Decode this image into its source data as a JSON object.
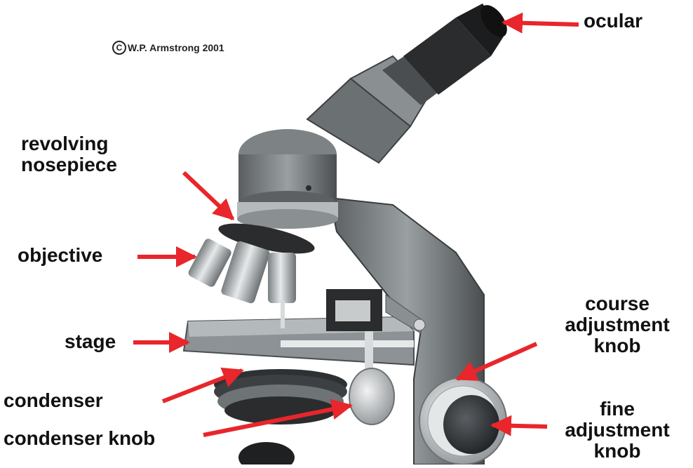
{
  "copyright": {
    "symbol": "C",
    "text": "W.P. Armstrong 2001"
  },
  "labels": {
    "ocular": "ocular",
    "revolving_1": "revolving",
    "revolving_2": "nosepiece",
    "objective": "objective",
    "stage": "stage",
    "condenser": "condenser",
    "condenser_knob": "condenser knob",
    "course_1": "course",
    "course_2": "adjustment",
    "course_3": "knob",
    "fine_1": "fine",
    "fine_2": "adjustment",
    "fine_3": "knob"
  },
  "colors": {
    "arrow": "#e8262b",
    "text": "#111111",
    "background": "#ffffff"
  }
}
